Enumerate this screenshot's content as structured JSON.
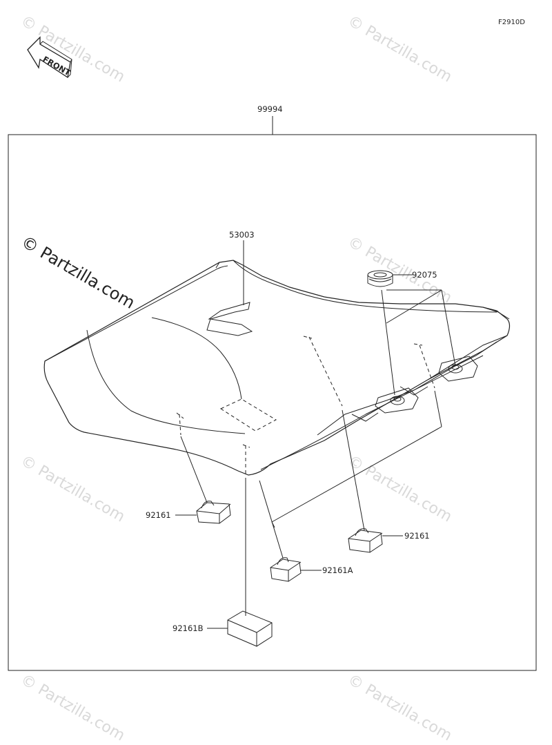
{
  "figure_code": "F2910D",
  "front_label": "FRONT",
  "watermark_text": "© Partzilla.com",
  "parts": {
    "kit": "99994",
    "seat_pad": "53003",
    "grommet": "92075",
    "damper_left": "92161",
    "damper_right": "92161",
    "damper_center": "92161A",
    "damper_block": "92161B"
  },
  "colors": {
    "line": "#222222",
    "watermark": "#d9d9d9"
  }
}
